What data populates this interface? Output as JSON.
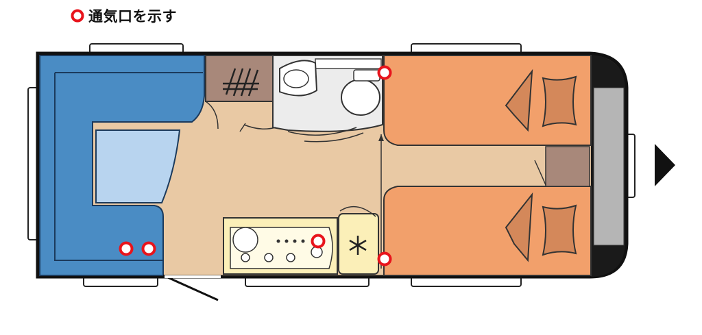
{
  "legend": {
    "label": "通気口を示す",
    "marker_icon": "ring-marker-icon",
    "marker_color": "#e8141c"
  },
  "vents": {
    "count": 5,
    "locations": [
      "washroom-door",
      "bed-divider",
      "kitchen-hob",
      "dinette-left",
      "dinette-right"
    ]
  },
  "colors": {
    "dinette": "#4a8cc4",
    "table": "#b8d4ef",
    "floor": "#e9c9a4",
    "beds": "#f2a06b",
    "wardrobe": "#a8887a",
    "washroom": "#ececec",
    "kitchen": "#fbefb8",
    "drawbar_panel": "#b5b5b5",
    "outline": "#111111"
  },
  "icons": {
    "fridge": "snowflake-icon",
    "direction": "direction-arrow-icon"
  }
}
